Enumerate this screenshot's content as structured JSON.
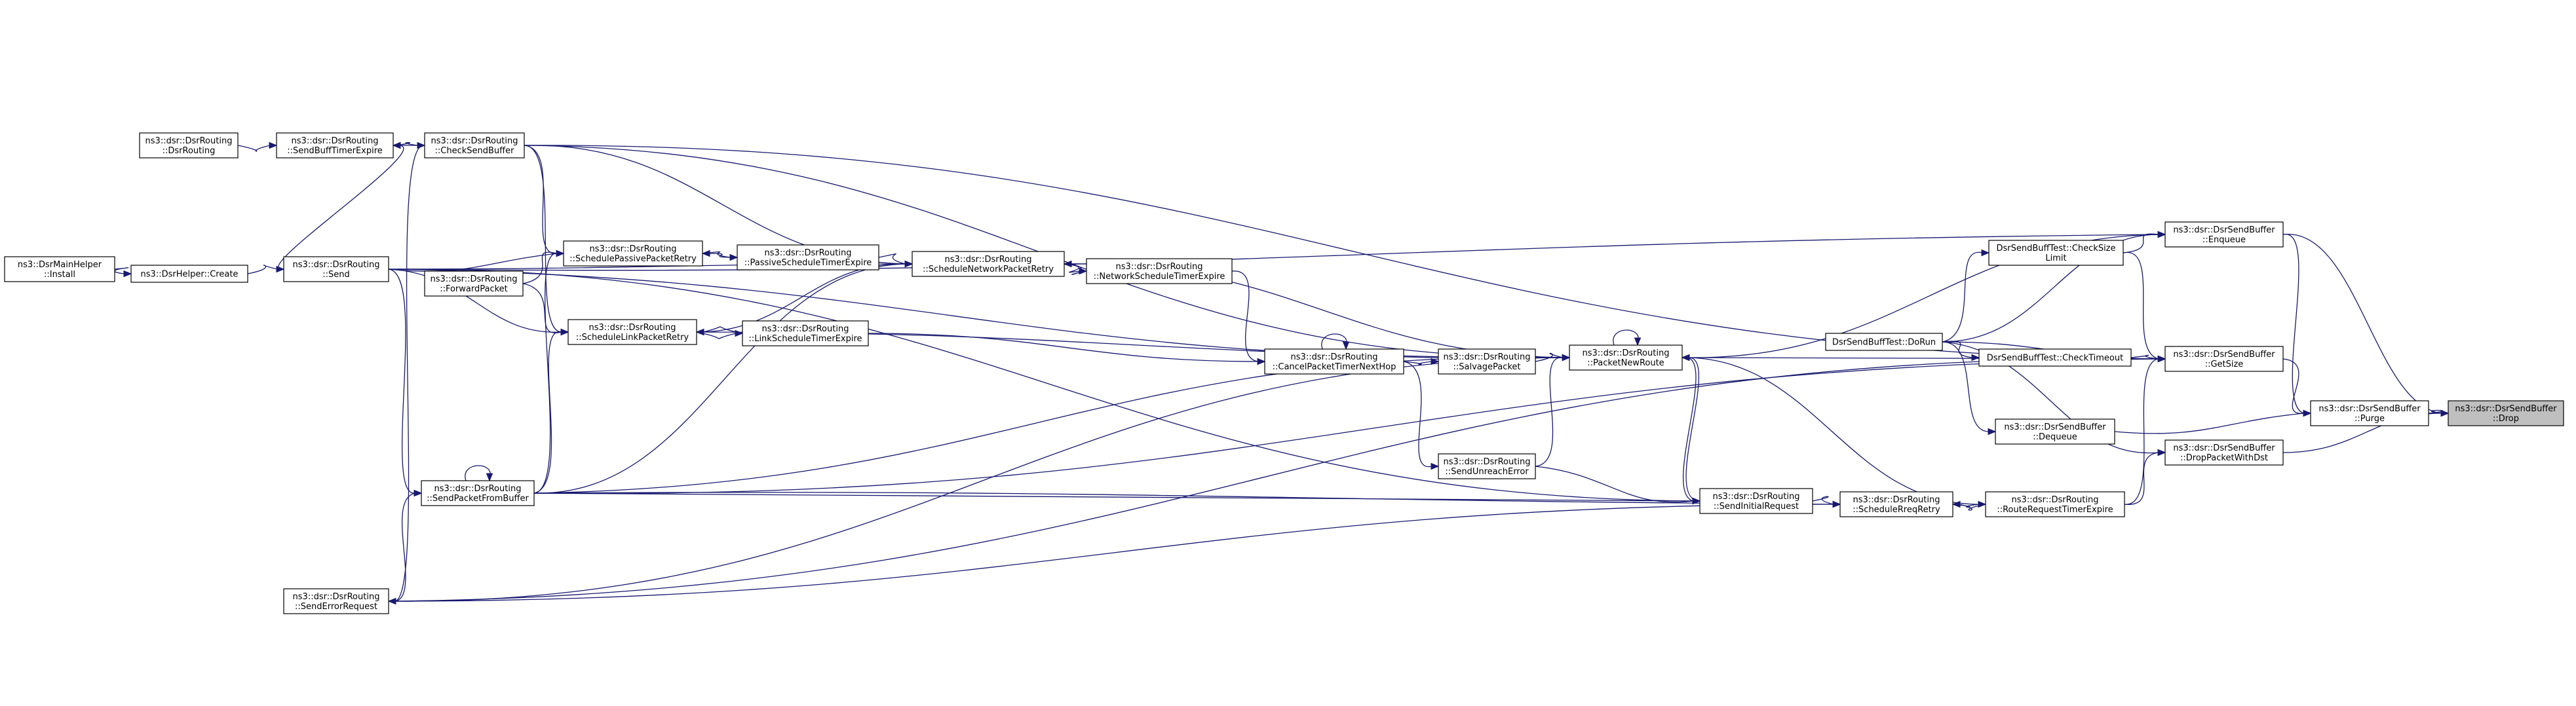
{
  "colors": {
    "edge": "#191970",
    "node_border": "#000000",
    "node_fill": "#ffffff",
    "current_node_fill": "#bfbfbf"
  },
  "nodes": [
    {
      "id": "drop",
      "lines": [
        "ns3::dsr::DsrSendBuffer",
        "::Drop"
      ],
      "current": true
    },
    {
      "id": "enqueue",
      "lines": [
        "ns3::dsr::DsrSendBuffer",
        "::Enqueue"
      ]
    },
    {
      "id": "getsize",
      "lines": [
        "ns3::dsr::DsrSendBuffer",
        "::GetSize"
      ]
    },
    {
      "id": "purge",
      "lines": [
        "ns3::dsr::DsrSendBuffer",
        "::Purge"
      ]
    },
    {
      "id": "droppkt",
      "lines": [
        "ns3::dsr::DsrSendBuffer",
        "::DropPacketWithDst"
      ]
    },
    {
      "id": "checksize",
      "lines": [
        "DsrSendBuffTest::CheckSize",
        "Limit"
      ]
    },
    {
      "id": "checktimeout",
      "lines": [
        "DsrSendBuffTest::CheckTimeout"
      ]
    },
    {
      "id": "dorun",
      "lines": [
        "DsrSendBuffTest::DoRun"
      ]
    },
    {
      "id": "dequeue",
      "lines": [
        "ns3::dsr::DsrSendBuffer",
        "::Dequeue"
      ]
    },
    {
      "id": "rreqtimer",
      "lines": [
        "ns3::dsr::DsrRouting",
        "::RouteRequestTimerExpire"
      ]
    },
    {
      "id": "schedrreq",
      "lines": [
        "ns3::dsr::DsrRouting",
        "::ScheduleRreqRetry"
      ]
    },
    {
      "id": "sendinitial",
      "lines": [
        "ns3::dsr::DsrRouting",
        "::SendInitialRequest"
      ]
    },
    {
      "id": "packetnewroute",
      "lines": [
        "ns3::dsr::DsrRouting",
        "::PacketNewRoute"
      ]
    },
    {
      "id": "salvage",
      "lines": [
        "ns3::dsr::DsrRouting",
        "::SalvagePacket"
      ]
    },
    {
      "id": "sendunreach",
      "lines": [
        "ns3::dsr::DsrRouting",
        "::SendUnreachError"
      ]
    },
    {
      "id": "cancelnexthop",
      "lines": [
        "ns3::dsr::DsrRouting",
        "::CancelPacketTimerNextHop"
      ]
    },
    {
      "id": "netschedtimer",
      "lines": [
        "ns3::dsr::DsrRouting",
        "::NetworkScheduleTimerExpire"
      ]
    },
    {
      "id": "schednetretry",
      "lines": [
        "ns3::dsr::DsrRouting",
        "::ScheduleNetworkPacketRetry"
      ]
    },
    {
      "id": "linktimer",
      "lines": [
        "ns3::dsr::DsrRouting",
        "::LinkScheduleTimerExpire"
      ]
    },
    {
      "id": "passtimer",
      "lines": [
        "ns3::dsr::DsrRouting",
        "::PassiveScheduleTimerExpire"
      ]
    },
    {
      "id": "schedpassive",
      "lines": [
        "ns3::dsr::DsrRouting",
        "::SchedulePassivePacketRetry"
      ]
    },
    {
      "id": "schedlink",
      "lines": [
        "ns3::dsr::DsrRouting",
        "::ScheduleLinkPacketRetry"
      ]
    },
    {
      "id": "sendfrombuffer",
      "lines": [
        "ns3::dsr::DsrRouting",
        "::SendPacketFromBuffer"
      ]
    },
    {
      "id": "senderrreq",
      "lines": [
        "ns3::dsr::DsrRouting",
        "::SendErrorRequest"
      ]
    },
    {
      "id": "forward",
      "lines": [
        "ns3::dsr::DsrRouting",
        "::ForwardPacket"
      ]
    },
    {
      "id": "checkbuf",
      "lines": [
        "ns3::dsr::DsrRouting",
        "::CheckSendBuffer"
      ]
    },
    {
      "id": "send",
      "lines": [
        "ns3::dsr::DsrRouting",
        "::Send"
      ]
    },
    {
      "id": "buftimer",
      "lines": [
        "ns3::dsr::DsrRouting",
        "::SendBuffTimerExpire"
      ]
    },
    {
      "id": "dsrrouting",
      "lines": [
        "ns3::dsr::DsrRouting",
        "::DsrRouting"
      ]
    },
    {
      "id": "helpercreate",
      "lines": [
        "ns3::DsrHelper::Create"
      ]
    },
    {
      "id": "mainhelper",
      "lines": [
        "ns3::DsrMainHelper",
        "::Install"
      ]
    }
  ],
  "edges": [
    [
      "enqueue",
      "drop"
    ],
    [
      "purge",
      "drop"
    ],
    [
      "droppkt",
      "drop"
    ],
    [
      "getsize",
      "purge"
    ],
    [
      "dequeue",
      "purge"
    ],
    [
      "enqueue",
      "purge"
    ],
    [
      "checksize",
      "enqueue"
    ],
    [
      "dorun",
      "enqueue"
    ],
    [
      "packetnewroute",
      "enqueue"
    ],
    [
      "send",
      "enqueue"
    ],
    [
      "checksize",
      "getsize"
    ],
    [
      "checktimeout",
      "getsize"
    ],
    [
      "dorun",
      "getsize"
    ],
    [
      "rreqtimer",
      "getsize"
    ],
    [
      "sendfrombuffer",
      "getsize"
    ],
    [
      "senderrreq",
      "getsize"
    ],
    [
      "checkbuf",
      "getsize"
    ],
    [
      "packetnewroute",
      "getsize"
    ],
    [
      "rreqtimer",
      "droppkt"
    ],
    [
      "dorun",
      "droppkt"
    ],
    [
      "dorun",
      "checksize"
    ],
    [
      "dorun",
      "checktimeout"
    ],
    [
      "dorun",
      "dequeue"
    ],
    [
      "schedrreq",
      "rreqtimer"
    ],
    [
      "rreqtimer",
      "schedrreq"
    ],
    [
      "sendinitial",
      "schedrreq"
    ],
    [
      "sendfrombuffer",
      "schedrreq"
    ],
    [
      "senderrreq",
      "schedrreq"
    ],
    [
      "rreqtimer",
      "packetnewroute"
    ],
    [
      "packetnewroute",
      "packetnewroute"
    ],
    [
      "salvage",
      "packetnewroute"
    ],
    [
      "sendunreach",
      "packetnewroute"
    ],
    [
      "sendinitial",
      "packetnewroute"
    ],
    [
      "checkbuf",
      "packetnewroute"
    ],
    [
      "send",
      "packetnewroute"
    ],
    [
      "sendfrombuffer",
      "packetnewroute"
    ],
    [
      "schednetretry",
      "packetnewroute"
    ],
    [
      "schedlink",
      "packetnewroute"
    ],
    [
      "senderrreq",
      "packetnewroute"
    ],
    [
      "sendunreach",
      "sendinitial"
    ],
    [
      "packetnewroute",
      "sendinitial"
    ],
    [
      "send",
      "sendinitial"
    ],
    [
      "sendfrombuffer",
      "sendinitial"
    ],
    [
      "cancelnexthop",
      "salvage"
    ],
    [
      "cancelnexthop",
      "sendunreach"
    ],
    [
      "cancelnexthop",
      "cancelnexthop"
    ],
    [
      "netschedtimer",
      "cancelnexthop"
    ],
    [
      "linktimer",
      "cancelnexthop"
    ],
    [
      "schednetretry",
      "netschedtimer"
    ],
    [
      "netschedtimer",
      "schednetretry"
    ],
    [
      "passtimer",
      "schednetretry"
    ],
    [
      "checkbuf",
      "schednetretry"
    ],
    [
      "send",
      "schednetretry"
    ],
    [
      "sendfrombuffer",
      "schednetretry"
    ],
    [
      "schedlink",
      "linktimer"
    ],
    [
      "linktimer",
      "schedlink"
    ],
    [
      "schedpassive",
      "passtimer"
    ],
    [
      "passtimer",
      "schedpassive"
    ],
    [
      "checkbuf",
      "schedpassive"
    ],
    [
      "send",
      "schedpassive"
    ],
    [
      "forward",
      "schedpassive"
    ],
    [
      "sendfrombuffer",
      "schedpassive"
    ],
    [
      "checkbuf",
      "schedlink"
    ],
    [
      "send",
      "schedlink"
    ],
    [
      "forward",
      "schedlink"
    ],
    [
      "sendfrombuffer",
      "schedlink"
    ],
    [
      "schednetretry",
      "schedlink"
    ],
    [
      "sendfrombuffer",
      "sendfrombuffer"
    ],
    [
      "send",
      "sendfrombuffer"
    ],
    [
      "senderrreq",
      "sendfrombuffer"
    ],
    [
      "checkbuf",
      "senderrreq"
    ],
    [
      "buftimer",
      "checkbuf"
    ],
    [
      "checkbuf",
      "buftimer"
    ],
    [
      "send",
      "buftimer"
    ],
    [
      "dsrrouting",
      "buftimer"
    ],
    [
      "helpercreate",
      "send"
    ],
    [
      "mainhelper",
      "helpercreate"
    ]
  ]
}
